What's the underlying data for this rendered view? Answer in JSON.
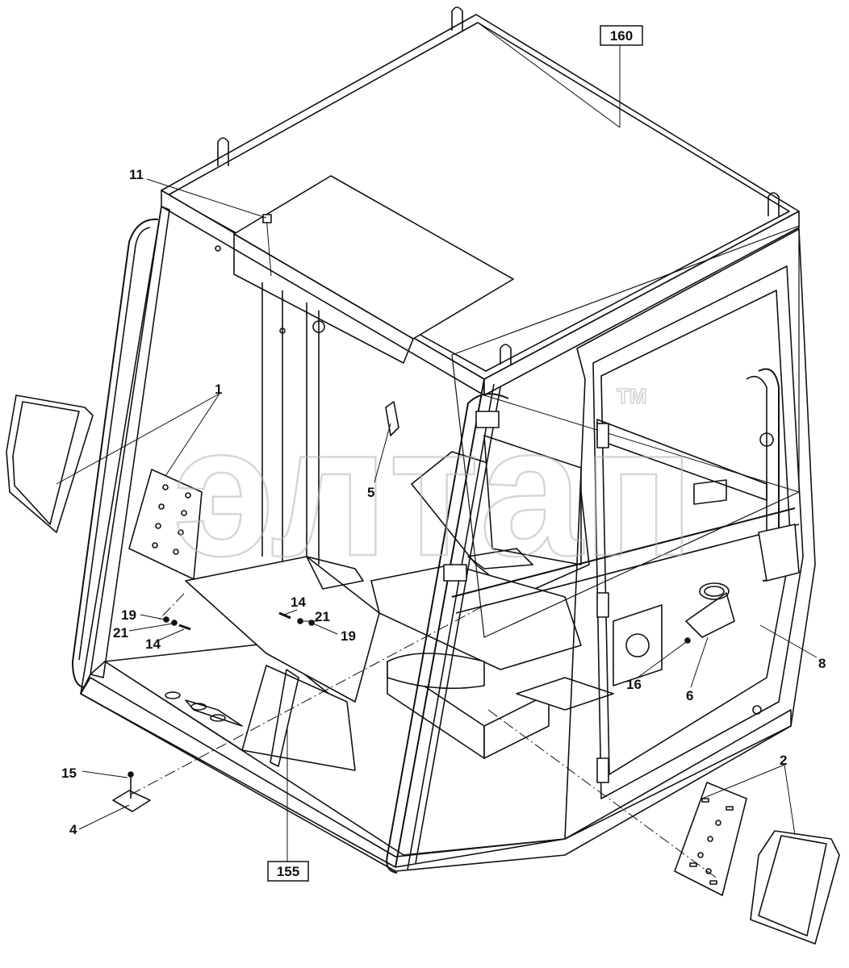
{
  "diagram": {
    "part_callouts": [
      "1",
      "2",
      "4",
      "5",
      "6",
      "8",
      "11",
      "14",
      "14",
      "15",
      "16",
      "19",
      "19",
      "21",
      "21"
    ],
    "boxed_callouts": [
      "160",
      "155"
    ]
  },
  "labels": {
    "l1": "1",
    "l2": "2",
    "l4": "4",
    "l5": "5",
    "l6": "6",
    "l8": "8",
    "l11": "11",
    "l14a": "14",
    "l14b": "14",
    "l15": "15",
    "l16": "16",
    "l19a": "19",
    "l19b": "19",
    "l21a": "21",
    "l21b": "21",
    "b160": "160",
    "b155": "155"
  },
  "watermark": {
    "text": "элтап",
    "tm": "TM"
  },
  "colors": {
    "line": "#111111",
    "background": "#ffffff",
    "watermark": "#b5b5b5"
  }
}
